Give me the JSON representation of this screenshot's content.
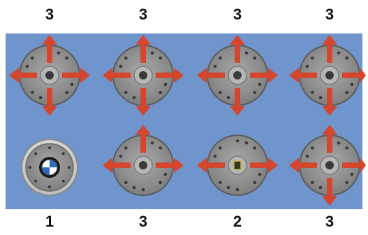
{
  "colors": {
    "panel": "#6f95cc",
    "disc": "#8f8f8f",
    "disc_edge": "#5a5a5a",
    "arrow": "#d4472e",
    "hub": "#3a3a3a"
  },
  "top_row": {
    "labels": [
      "3",
      "3",
      "3",
      "3"
    ]
  },
  "bottom_row": {
    "labels": [
      "1",
      "3",
      "2",
      "3"
    ]
  },
  "wheels": [
    {
      "id": "top-1",
      "type": "adjustable-arrows-4"
    },
    {
      "id": "top-2",
      "type": "adjustable-arrows-4"
    },
    {
      "id": "top-3",
      "type": "adjustable-arrows-4"
    },
    {
      "id": "top-4",
      "type": "adjustable-arrows-4"
    },
    {
      "id": "bottom-1",
      "type": "bmw-logo-center"
    },
    {
      "id": "bottom-2",
      "type": "adjustable-arrows-3"
    },
    {
      "id": "bottom-3",
      "type": "adjustable-arrows-2"
    },
    {
      "id": "bottom-4",
      "type": "adjustable-arrows-4"
    }
  ]
}
